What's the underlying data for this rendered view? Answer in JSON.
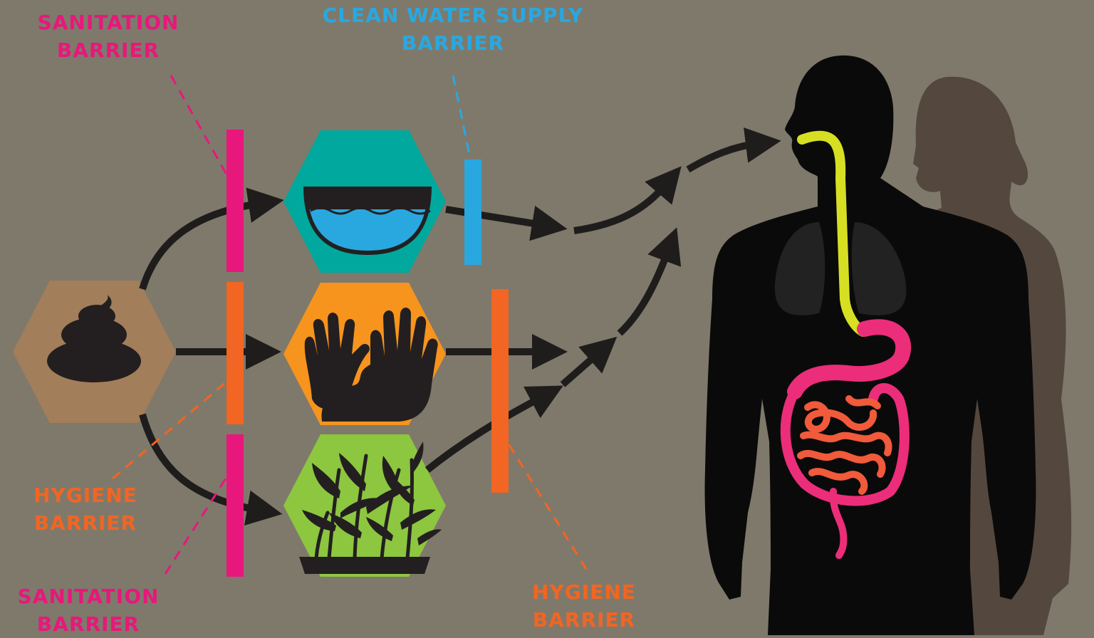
{
  "labels": {
    "sanitation_top": {
      "line1": "SANITATION",
      "line2": "BARRIER"
    },
    "clean_water": {
      "line1": "CLEAN WATER SUPPLY",
      "line2": "BARRIER"
    },
    "hygiene_left": {
      "line1": "HYGIENE",
      "line2": "BARRIER"
    },
    "sanitation_bottom": {
      "line1": "SANITATION",
      "line2": "BARRIER"
    },
    "hygiene_right": {
      "line1": "HYGIENE",
      "line2": "BARRIER"
    }
  },
  "colors": {
    "background": "#7f796b",
    "sanitation": "#e8177c",
    "clean_water": "#29a8e0",
    "hygiene": "#f26522",
    "feces_hex": "#a37e5a",
    "water_hex": "#00a89d",
    "hands_hex": "#f7941d",
    "crops_hex": "#8dc63f",
    "silhouette": "#0a0a0a",
    "silhouette_shadow": "#54473e",
    "esophagus": "#d7df23",
    "stomach": "#ec2d7a",
    "intestines": "#f15a3a"
  },
  "icons": [
    "feces-icon",
    "water-bowl-icon",
    "hands-icon",
    "crops-icon",
    "human-silhouette-icon"
  ]
}
